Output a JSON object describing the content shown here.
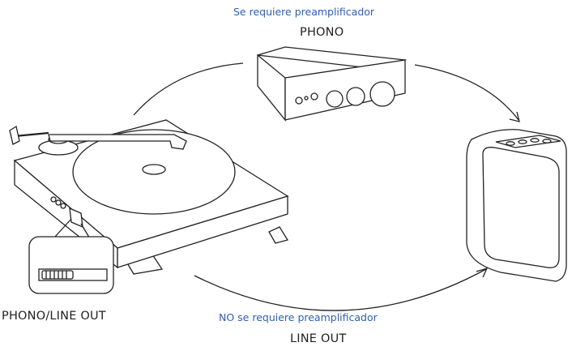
{
  "labels": {
    "top_note": "Se requiere preamplificador",
    "top_mode": "PHONO",
    "switch_label": "PHONO/LINE OUT",
    "bottom_note": "NO se requiere preamplificador",
    "bottom_mode": "LINE OUT"
  },
  "colors": {
    "accent": "#2f5fb3",
    "line": "#222222"
  },
  "icons": [
    "turntable-icon",
    "phono-preamp-icon",
    "speaker-icon",
    "switch-magnifier-icon"
  ]
}
